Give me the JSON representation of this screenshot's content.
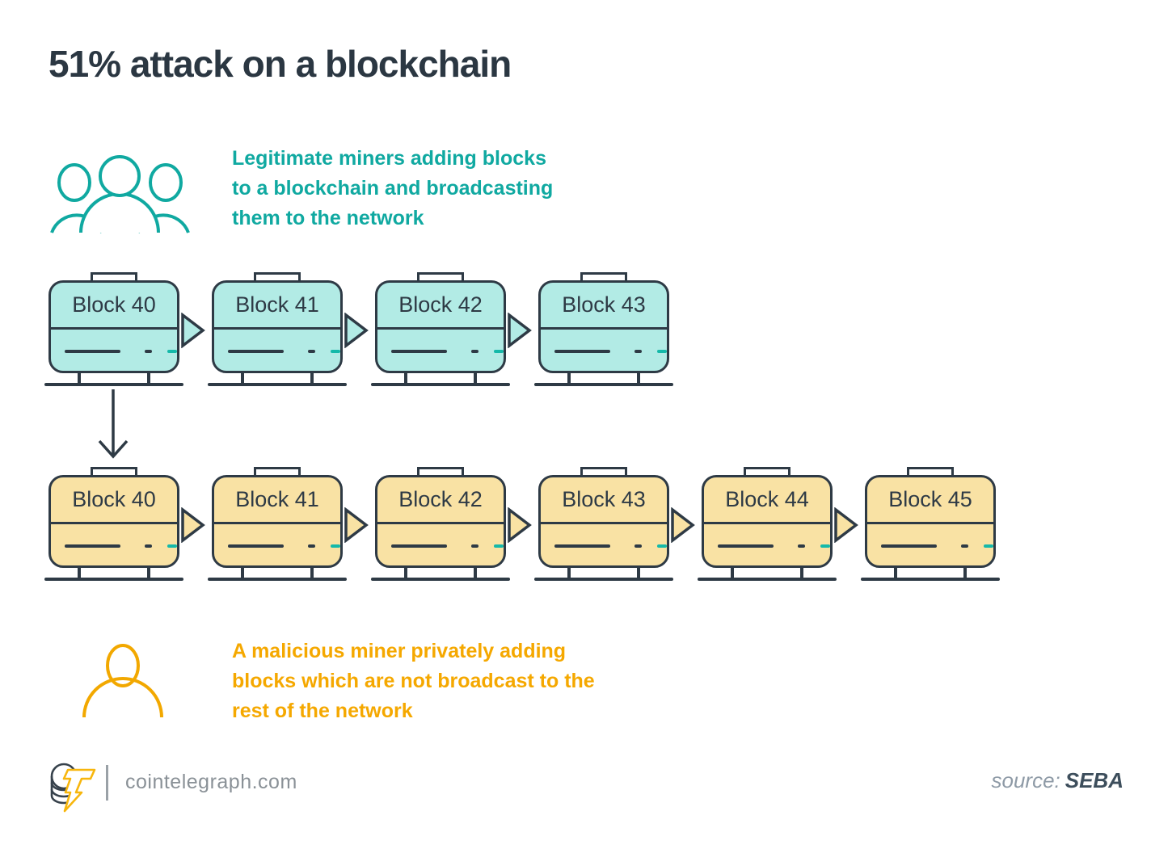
{
  "title": "51% attack on a blockchain",
  "colors": {
    "ink": "#2e3a45",
    "teal_accent": "#10a9a1",
    "teal_fill": "#b2ebe5",
    "yellow_accent": "#f5a800",
    "yellow_fill": "#f9e2a4",
    "footer_gray": "#8a9197",
    "source_label_gray": "#8e9aa6",
    "source_value_ink": "#3d4e5c"
  },
  "legends": {
    "legitimate": {
      "lines": [
        "Legitimate miners adding blocks",
        "to a blockchain and broadcasting",
        "them to the network"
      ]
    },
    "malicious": {
      "lines": [
        "A malicious miner privately adding",
        "blocks which are not broadcast to the",
        "rest of the network"
      ]
    }
  },
  "chains": {
    "legitimate": {
      "blocks": [
        "Block 40",
        "Block 41",
        "Block 42",
        "Block 43"
      ]
    },
    "malicious": {
      "blocks": [
        "Block 40",
        "Block 41",
        "Block 42",
        "Block 43",
        "Block 44",
        "Block 45"
      ]
    }
  },
  "icons": {
    "miners_group": "group of three legitimate miners (teal outline)",
    "malicious_miner": "single malicious miner (yellow outline)",
    "chain_arrow": "right-pointing triangle between blocks",
    "fork_arrow": "downward arrow from Block 40 to private chain",
    "logo": "cointelegraph coin-and-lightning logo"
  },
  "footer": {
    "site": "cointelegraph.com",
    "source_label": "source:",
    "source_value": "SEBA"
  }
}
